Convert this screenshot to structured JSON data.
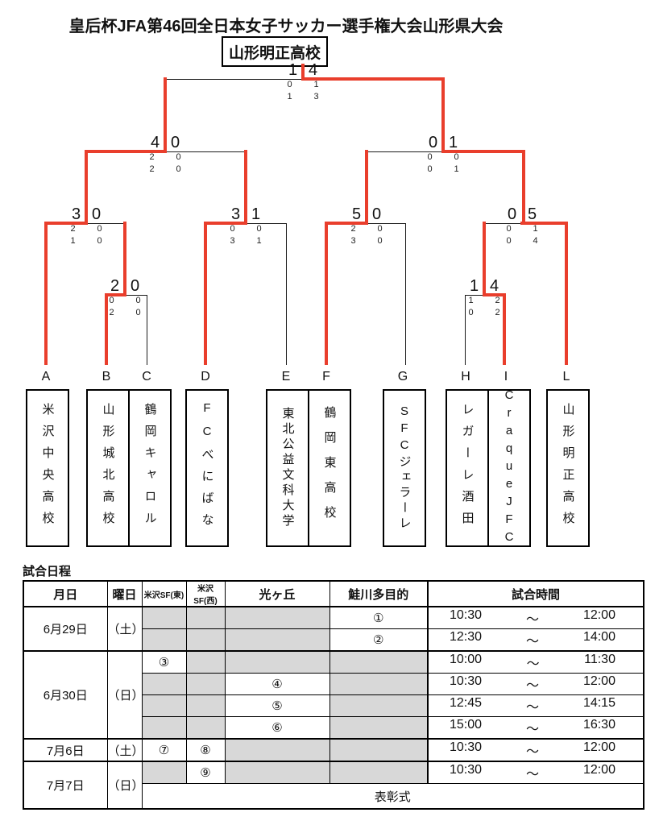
{
  "title": "皇后杯JFA第46回全日本女子サッカー選手権大会山形県大会",
  "champion_label": "山形明正高校",
  "colors": {
    "advance_red": "#e93e2c",
    "cell_gray": "#d8d8d8",
    "line_black": "#1a1a1a"
  },
  "bracket": {
    "teams": [
      {
        "seed": "A",
        "name": "米沢中央高校"
      },
      {
        "seed": "B",
        "name": "山形城北高校"
      },
      {
        "seed": "C",
        "name": "鶴岡キャロル"
      },
      {
        "seed": "D",
        "name": "FCべにばな"
      },
      {
        "seed": "E",
        "name": "東北公益文科大学"
      },
      {
        "seed": "F",
        "name": "鶴岡東高校"
      },
      {
        "seed": "G",
        "name": "SFCジェラーレ"
      },
      {
        "seed": "H",
        "name": "レガーレ酒田"
      },
      {
        "seed": "I",
        "name": "CraqueJFC"
      },
      {
        "seed": "L",
        "name": "山形明正高校"
      }
    ],
    "matches": {
      "final": {
        "score": [
          "1",
          "4"
        ],
        "halves": [
          [
            "0",
            "1"
          ],
          [
            "1",
            "3"
          ]
        ]
      },
      "sf_left": {
        "score": [
          "4",
          "0"
        ],
        "halves": [
          [
            "2",
            "0"
          ],
          [
            "2",
            "0"
          ]
        ]
      },
      "sf_right": {
        "score": [
          "0",
          "1"
        ],
        "halves": [
          [
            "0",
            "0"
          ],
          [
            "0",
            "1"
          ]
        ]
      },
      "qf1": {
        "score": [
          "3",
          "0"
        ],
        "halves": [
          [
            "2",
            "0"
          ],
          [
            "1",
            "0"
          ]
        ]
      },
      "qf2": {
        "score": [
          "3",
          "1"
        ],
        "halves": [
          [
            "0",
            "0"
          ],
          [
            "3",
            "1"
          ]
        ]
      },
      "qf3": {
        "score": [
          "5",
          "0"
        ],
        "halves": [
          [
            "2",
            "0"
          ],
          [
            "3",
            "0"
          ]
        ]
      },
      "qf4": {
        "score": [
          "0",
          "5"
        ],
        "halves": [
          [
            "0",
            "1"
          ],
          [
            "0",
            "4"
          ]
        ]
      },
      "r1_bc": {
        "score": [
          "2",
          "0"
        ],
        "halves": [
          [
            "0",
            "0"
          ],
          [
            "2",
            "0"
          ]
        ]
      },
      "r1_hi": {
        "score": [
          "1",
          "4"
        ],
        "halves": [
          [
            "1",
            "2"
          ],
          [
            "0",
            "2"
          ]
        ]
      }
    }
  },
  "schedule": {
    "section_title": "試合日程",
    "tilde": "～",
    "headers": {
      "date": "月日",
      "day": "曜日",
      "venue_e": "米沢SF(東)",
      "venue_w": "米沢SF(西)",
      "venue_h": "光ヶ丘",
      "venue_s": "鮭川多目的",
      "time": "試合時間"
    },
    "rows": [
      {
        "date": "6月29日",
        "day": "（土）",
        "s": "①",
        "start": "10:30",
        "end": "12:00"
      },
      {
        "s": "②",
        "start": "12:30",
        "end": "14:00"
      },
      {
        "date": "6月30日",
        "day": "（日）",
        "e": "③",
        "start": "10:00",
        "end": "11:30"
      },
      {
        "h": "④",
        "start": "10:30",
        "end": "12:00"
      },
      {
        "h": "⑤",
        "start": "12:45",
        "end": "14:15"
      },
      {
        "h": "⑥",
        "start": "15:00",
        "end": "16:30"
      },
      {
        "date": "7月6日",
        "day": "（土）",
        "e": "⑦",
        "w": "⑧",
        "start": "10:30",
        "end": "12:00"
      },
      {
        "date": "7月7日",
        "day": "（日）",
        "w": "⑨",
        "start": "10:30",
        "end": "12:00"
      },
      {
        "award": "表彰式"
      }
    ]
  }
}
